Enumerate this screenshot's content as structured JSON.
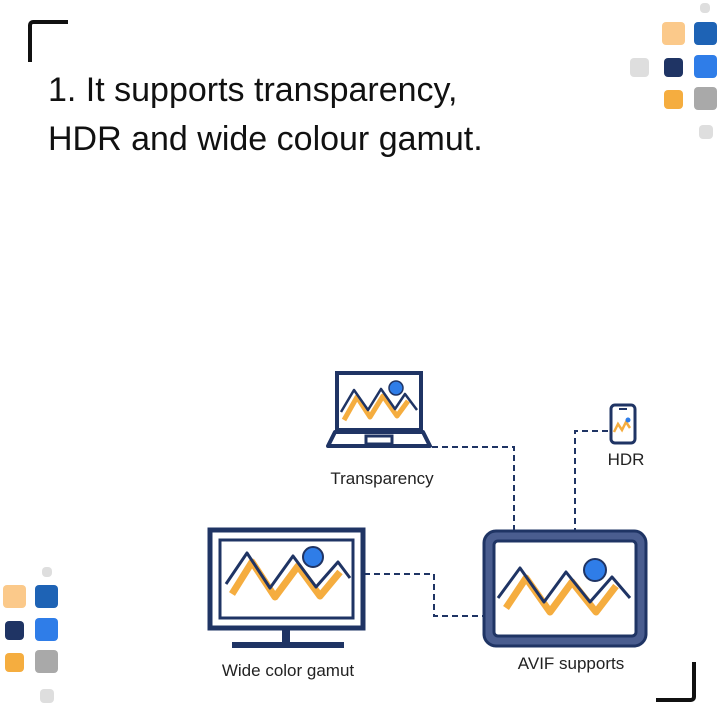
{
  "heading": {
    "line1": "1. It supports transparency,",
    "line2": "HDR and wide colour gamut."
  },
  "diagram": {
    "hub_label": "AVIF supports",
    "nodes": [
      {
        "id": "transparency",
        "label": "Transparency",
        "icon": "laptop-icon"
      },
      {
        "id": "hdr",
        "label": "HDR",
        "icon": "smartphone-icon"
      },
      {
        "id": "wide-color-gamut",
        "label": "Wide color gamut",
        "icon": "monitor-icon"
      }
    ],
    "hub_icon": "tablet-icon"
  },
  "colors": {
    "navy": "#1f3464",
    "frame_blue": "#4a5d8f",
    "accent_blue": "#2f7de8",
    "accent_orange": "#f5ad3f",
    "light_orange": "#fbc98a",
    "dark_blue": "#1e63b5",
    "gray": "#a9a9a9",
    "light_gray": "#dedede"
  }
}
